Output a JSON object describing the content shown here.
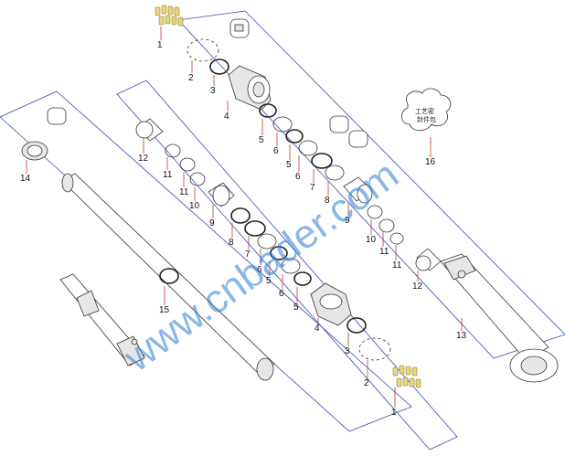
{
  "parts": [
    {
      "id": "p1a",
      "label": "1"
    },
    {
      "id": "p2a",
      "label": "2"
    },
    {
      "id": "p3a",
      "label": "3"
    },
    {
      "id": "p4a",
      "label": "4"
    },
    {
      "id": "p5a",
      "label": "5"
    },
    {
      "id": "p6a",
      "label": "6"
    },
    {
      "id": "p5b",
      "label": "5"
    },
    {
      "id": "p6b",
      "label": "6"
    },
    {
      "id": "p7a",
      "label": "7"
    },
    {
      "id": "p8a",
      "label": "8"
    },
    {
      "id": "p9a",
      "label": "9"
    },
    {
      "id": "p10a",
      "label": "10"
    },
    {
      "id": "p11a",
      "label": "11"
    },
    {
      "id": "p11b",
      "label": "11"
    },
    {
      "id": "p12a",
      "label": "12"
    },
    {
      "id": "p13",
      "label": "13"
    },
    {
      "id": "p16",
      "label": "16"
    },
    {
      "id": "p12b",
      "label": "12"
    },
    {
      "id": "p11c",
      "label": "11"
    },
    {
      "id": "p11d",
      "label": "11"
    },
    {
      "id": "p10b",
      "label": "10"
    },
    {
      "id": "p9b",
      "label": "9"
    },
    {
      "id": "p8b",
      "label": "8"
    },
    {
      "id": "p7b",
      "label": "7"
    },
    {
      "id": "p6c",
      "label": "6"
    },
    {
      "id": "p5c",
      "label": "5"
    },
    {
      "id": "p6d",
      "label": "6"
    },
    {
      "id": "p5d",
      "label": "5"
    },
    {
      "id": "p4b",
      "label": "4"
    },
    {
      "id": "p3b",
      "label": "3"
    },
    {
      "id": "p2b",
      "label": "2"
    },
    {
      "id": "p1b",
      "label": "1"
    },
    {
      "id": "p14",
      "label": "14"
    },
    {
      "id": "p15",
      "label": "15"
    }
  ],
  "seal_kit_note": "工艺密\n封件包",
  "watermark": "www.cnbader.com"
}
